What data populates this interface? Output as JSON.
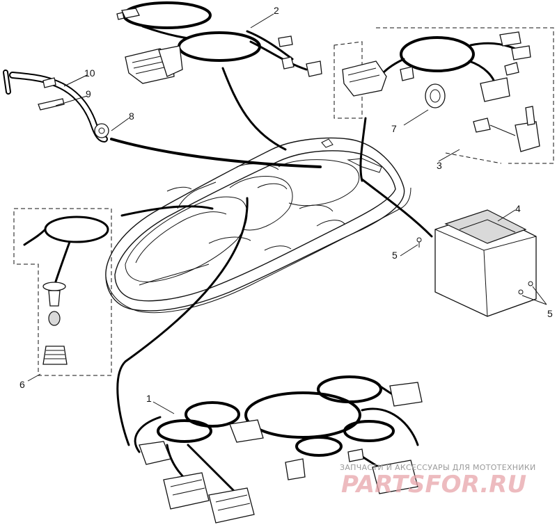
{
  "callouts": {
    "c1": "1",
    "c2": "2",
    "c3": "3",
    "c4": "4",
    "c5a": "5",
    "c5b": "5",
    "c6": "6",
    "c7": "7",
    "c8": "8",
    "c9": "9",
    "c10": "10"
  },
  "watermark": {
    "tagline": "ЗАПЧАСТИ И АКСЕССУАРЫ ДЛЯ МОТОТЕХНИКИ",
    "brand": "PARTSFOR.RU"
  }
}
